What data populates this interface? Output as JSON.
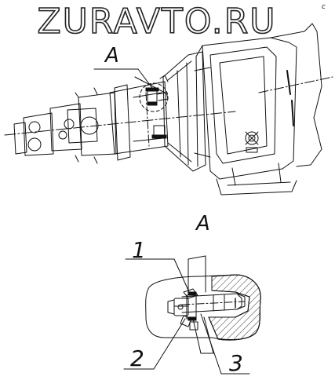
{
  "watermark": "ZURAVTO.RU",
  "corner_mark": "с",
  "view_label_top": "А",
  "view_label_detail": "А",
  "callouts": {
    "one": "1",
    "two": "2",
    "three": "3"
  },
  "colors": {
    "line": "#111111",
    "hatch": "#333333",
    "background": "#ffffff"
  }
}
